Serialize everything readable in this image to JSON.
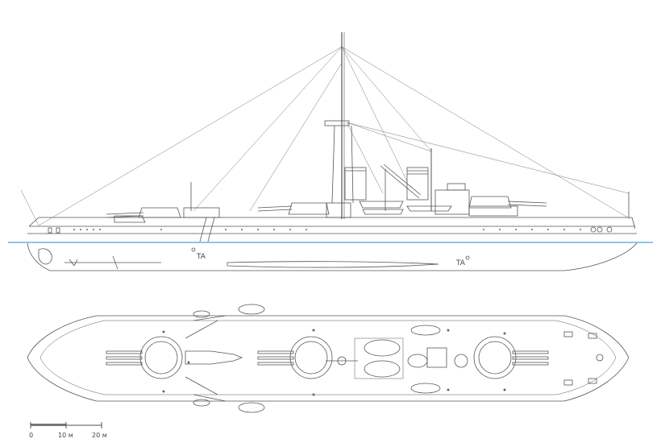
{
  "labels": {
    "ta_fore": "TA",
    "ta_aft": "TA"
  },
  "scale_bar": {
    "ticks": [
      "0",
      "10 м",
      "20 м"
    ]
  },
  "colors": {
    "line": "#555555",
    "waterline": "#4aa3d8",
    "background": "#ffffff"
  }
}
